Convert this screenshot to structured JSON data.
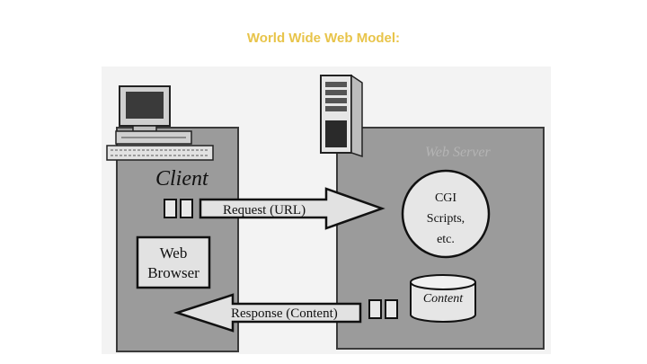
{
  "slide": {
    "title": "World Wide Web Model:"
  },
  "diagram": {
    "client_label": "Client",
    "browser_line1": "Web",
    "browser_line2": "Browser",
    "request_label": "Request (URL)",
    "response_label": "Response (Content)",
    "cgi_line1": "CGI",
    "cgi_line2": "Scripts,",
    "cgi_line3": "etc.",
    "content_label": "Content",
    "server_watermark": "Web Server"
  },
  "colors": {
    "title": "#e8c44a",
    "panel": "#9b9b9b",
    "panel_border": "#3a3a3a",
    "shapes": "#d8d8d8"
  },
  "icons": [
    "computer-icon",
    "server-icon"
  ]
}
